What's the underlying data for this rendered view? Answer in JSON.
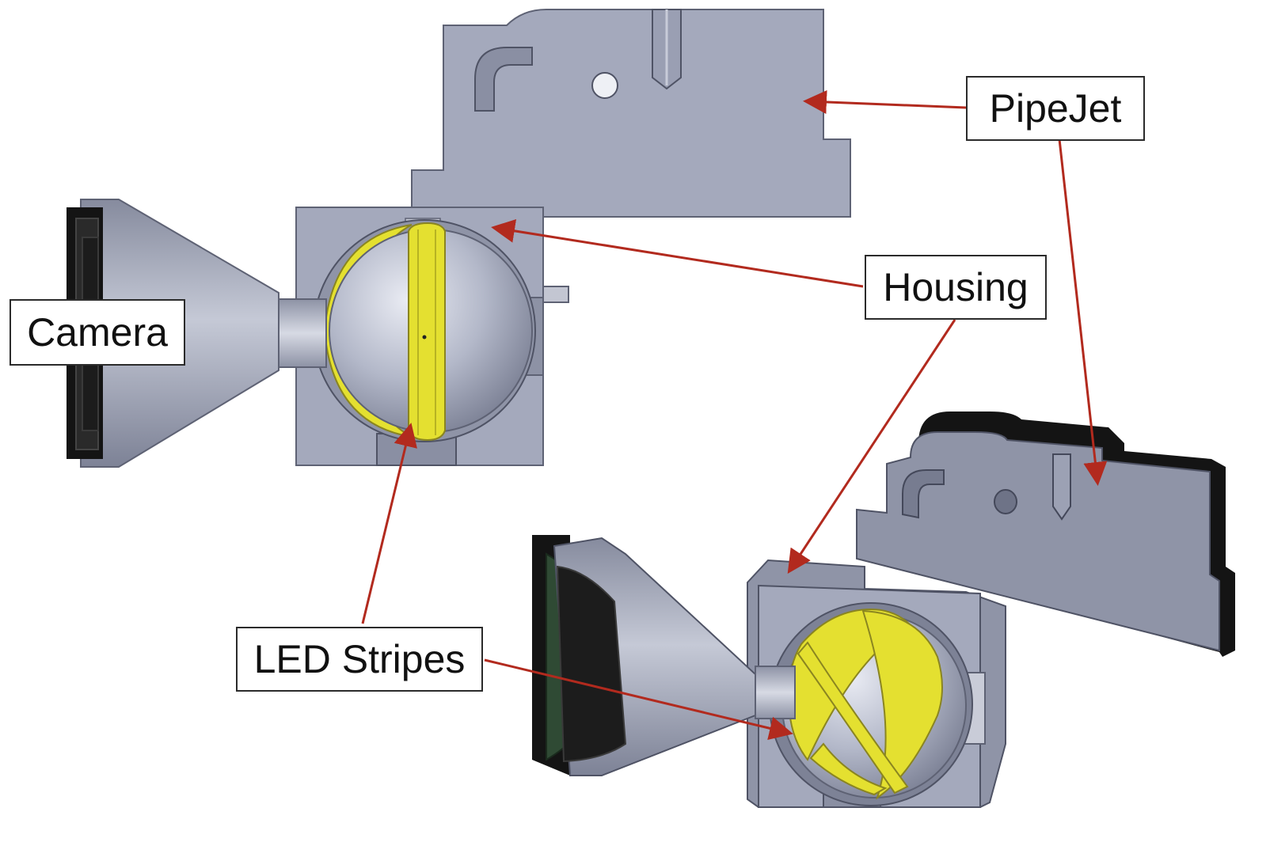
{
  "labels": {
    "pipejet": "PipeJet",
    "housing": "Housing",
    "camera": "Camera",
    "led_stripes": "LED Stripes"
  },
  "colors": {
    "part_body": "#a4a9bc",
    "part_dark": "#7c8094",
    "part_shadow": "#5e6274",
    "led_yellow": "#e4e030",
    "arrow": "#b22a1e",
    "lens_black": "#141414",
    "lens_green": "#2f4a34"
  }
}
